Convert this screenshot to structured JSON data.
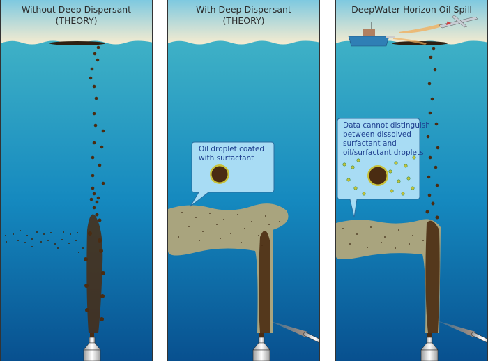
{
  "panels": [
    {
      "title_line1": "Without Deep Dispersant",
      "title_line2": "(THEORY)"
    },
    {
      "title_line1": "With Deep Dispersant",
      "title_line2": "(THEORY)",
      "callout": {
        "line1": "Oil droplet coated",
        "line2": "with surfactant"
      }
    },
    {
      "title_line1": "DeepWater Horizon Oil Spill",
      "title_line2": "",
      "callout": {
        "line1": "Data cannot distinguish",
        "line2": "between dissolved",
        "line3": "surfactant and",
        "line4": "oil/surfactant droplets"
      }
    }
  ],
  "colors": {
    "sky_top": "#7ec9e0",
    "sky_bottom": "#f7ecd0",
    "water_top": "#3fb1c6",
    "water_bottom": "#08508f",
    "oil": "#4a2c12",
    "plume": "#a9a47e",
    "callout_bg": "#a8dcf4",
    "callout_text": "#1e3f8f",
    "surfactant": "#c9c23a",
    "dispersant_spray": "#d7a179"
  }
}
